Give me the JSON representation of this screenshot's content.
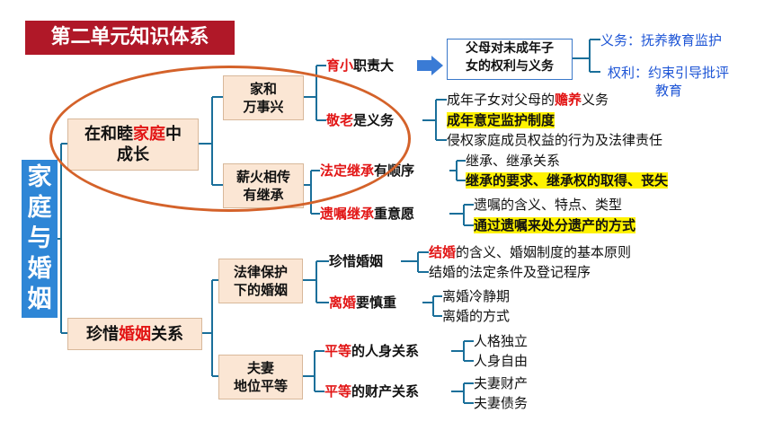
{
  "title": "第二单元知识体系",
  "root": [
    "家",
    "庭",
    "与",
    "婚",
    "姻"
  ],
  "family": {
    "label_pre": "在和睦",
    "label_red": "家庭",
    "label_post": "中",
    "label_line2": "成长",
    "harmony": {
      "line1": "家和",
      "line2": "万事兴",
      "raise": {
        "label_red": "育小",
        "label_post": "职责大",
        "box_line1": "父母对未成年子",
        "box_line2": "女的权利与义务",
        "duty": "义务：抚养教育监护",
        "right_line1": "权利：约束引导批评",
        "right_line2": "教育"
      },
      "respect": {
        "label_red": "敬老",
        "label_post": "是义务",
        "item1_pre": "成年子女对父母的",
        "item1_red": "赡养",
        "item1_post": "义务",
        "item2": "成年意定监护制度",
        "item3": "侵权家庭成员权益的行为及法律责任"
      }
    },
    "inherit": {
      "line1": "薪火相传",
      "line2": "有继承",
      "legal": {
        "label_red": "法定继承",
        "label_post": "有顺序",
        "item1": "继承、继承关系",
        "item2": "继承的要求、继承权的取得、丧失"
      },
      "will": {
        "label_red": "遗嘱继承",
        "label_post": "重意愿",
        "item1": "遗嘱的含义、特点、类型",
        "item2": "通过遗嘱来处分遗产的方式"
      }
    }
  },
  "marriage": {
    "label_pre": "珍惜",
    "label_red": "婚姻",
    "label_post": "关系",
    "law": {
      "line1": "法律保护",
      "line2": "下的婚姻",
      "cherish": {
        "label": "珍惜婚姻",
        "item1_red": "结婚",
        "item1_post": "的含义、婚姻制度的基本原则",
        "item2": "结婚的法定条件及登记程序"
      },
      "divorce": {
        "label_red": "离婚",
        "label_post": "要慎重",
        "item1": "离婚冷静期",
        "item2": "离婚的方式"
      }
    },
    "equal": {
      "line1": "夫妻",
      "line2": "地位平等",
      "personal": {
        "label_red": "平等",
        "label_post": "的人身关系",
        "item1": "人格独立",
        "item2": "人身自由"
      },
      "property": {
        "label_red": "平等",
        "label_post": "的财产关系",
        "item1": "夫妻财产",
        "item2": "夫妻债务"
      }
    }
  },
  "colors": {
    "root": "#2e86d6",
    "title": "#b01828",
    "accent_red": "#e21515",
    "highlight": "#fff200",
    "bracket": "#1a6f9a",
    "oval": "#d4622a",
    "box_fill": "#fbe6d4"
  }
}
